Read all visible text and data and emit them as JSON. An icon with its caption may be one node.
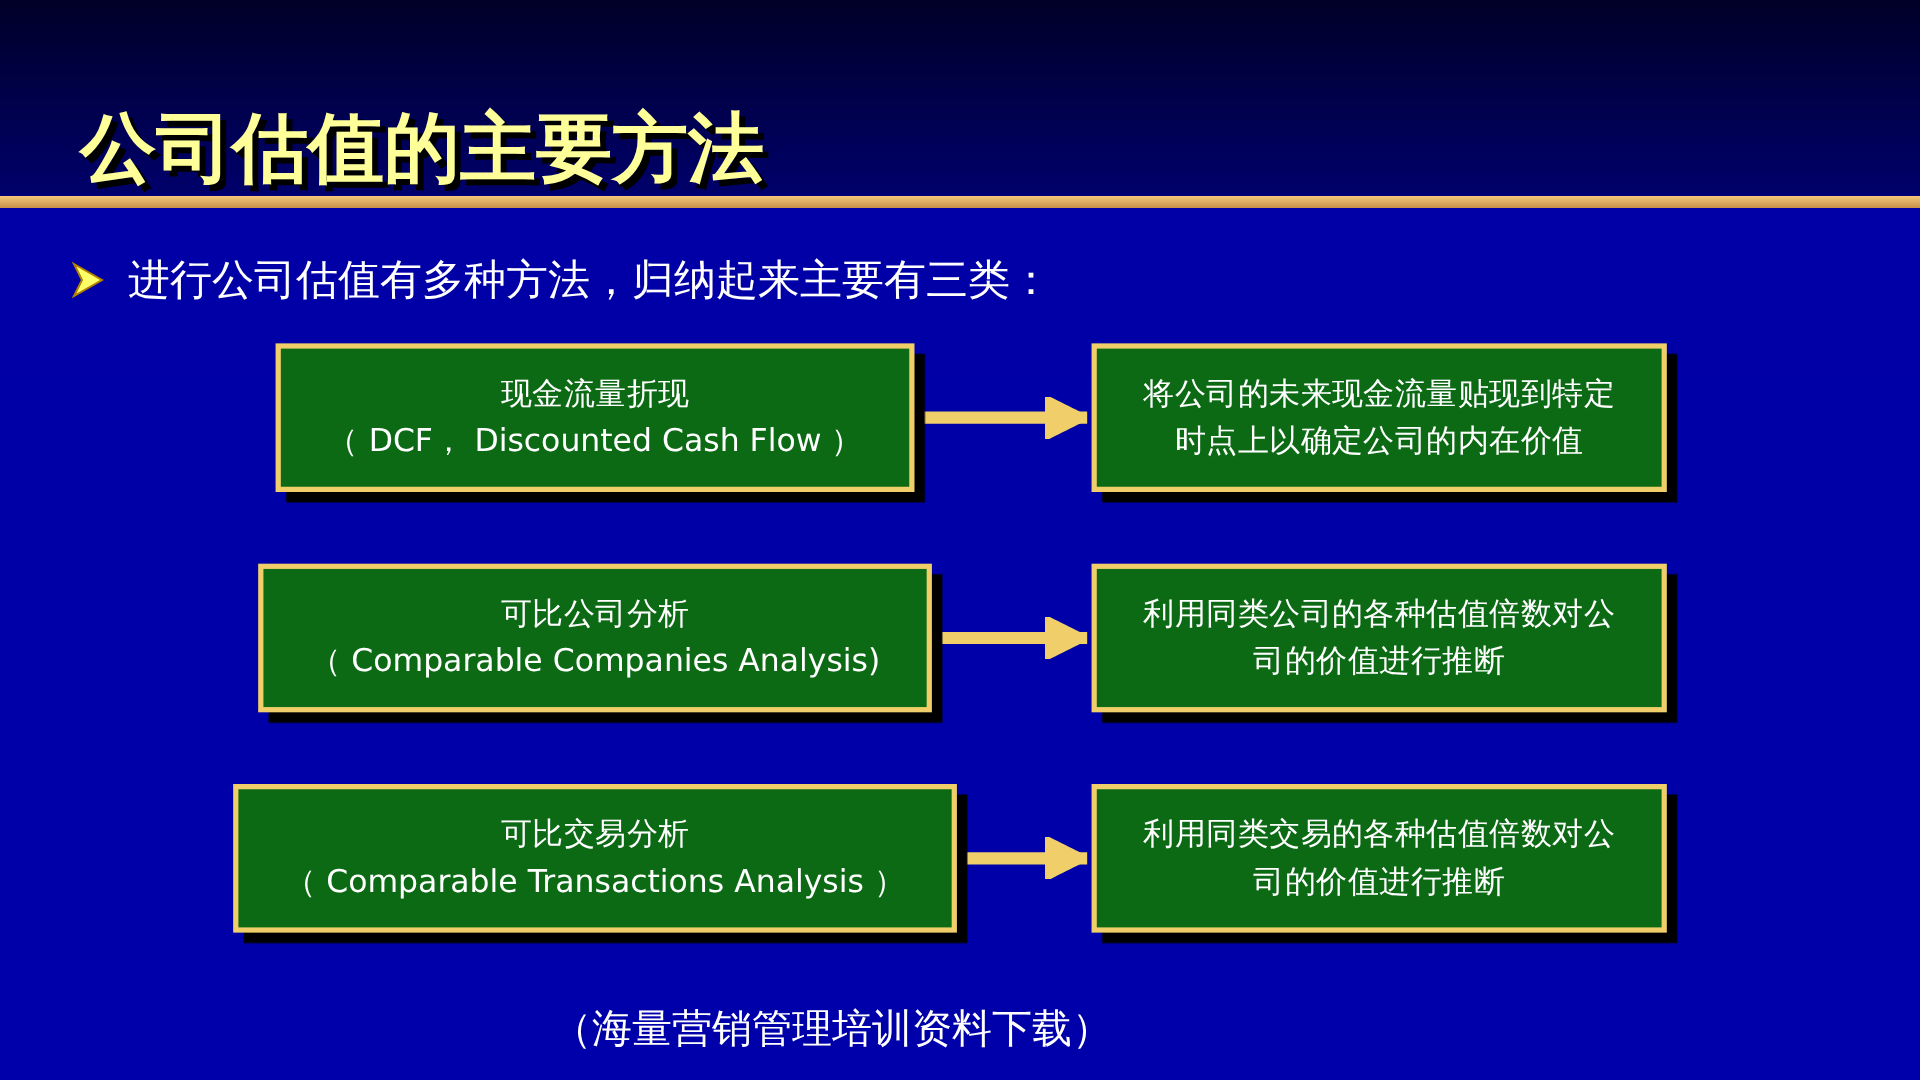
{
  "diagram": {
    "title": "公司估值的主要方法",
    "nodes": [
      {
        "text": [
          "现金流量折现",
          "（ DCF， Discounted Cash Flow ）"
        ]
      },
      {
        "text": [
          "将公司的未来现金流量贴现到特定时点上以确定公司的内在价值"
        ]
      },
      {
        "text": [
          "可比公司分析",
          "（ Comparable Companies Analysis)"
        ]
      },
      {
        "text": [
          "利用同类公司的各种估值倍数对公司的价值进行推断"
        ]
      },
      {
        "text": [
          "可比交易分析",
          "（ Comparable Transactions Analysis ）"
        ]
      },
      {
        "text": [
          "利用同类交易的各种估值倍数对公司的价值进行推断"
        ]
      }
    ],
    "edges": [
      {
        "from": 0,
        "to": 1,
        "arrow": "to"
      },
      {
        "from": 2,
        "to": 3,
        "arrow": "to"
      },
      {
        "from": 4,
        "to": 5,
        "arrow": "to"
      }
    ],
    "labels": [
      "进行公司估值有多种方法，归纳起来主要有三类：",
      "（海量营销管理培训资料下载）"
    ]
  }
}
